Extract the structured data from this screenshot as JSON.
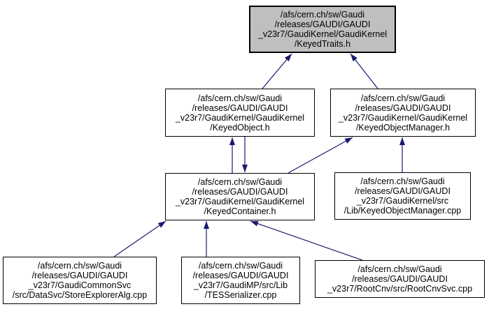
{
  "graph": {
    "type": "doxygen-included-by-dependency-graph",
    "colors": {
      "edge": "#191970",
      "node_border": "#000000",
      "node_fill": "#ffffff",
      "selected_node_fill": "#bfbfbf",
      "text": "#000000",
      "background": "#ffffff"
    },
    "nodes": [
      {
        "id": "keyed-traits-h",
        "selected": true,
        "lines": [
          "/afs/cern.ch/sw/Gaudi",
          "/releases/GAUDI/GAUDI",
          "_v23r7/GaudiKernel/GaudiKernel",
          "/KeyedTraits.h"
        ]
      },
      {
        "id": "keyed-object-h",
        "selected": false,
        "lines": [
          "/afs/cern.ch/sw/Gaudi",
          "/releases/GAUDI/GAUDI",
          "_v23r7/GaudiKernel/GaudiKernel",
          "/KeyedObject.h"
        ]
      },
      {
        "id": "keyed-object-manager-h",
        "selected": false,
        "lines": [
          "/afs/cern.ch/sw/Gaudi",
          "/releases/GAUDI/GAUDI",
          "_v23r7/GaudiKernel/GaudiKernel",
          "/KeyedObjectManager.h"
        ]
      },
      {
        "id": "keyed-container-h",
        "selected": false,
        "lines": [
          "/afs/cern.ch/sw/Gaudi",
          "/releases/GAUDI/GAUDI",
          "_v23r7/GaudiKernel/GaudiKernel",
          "/KeyedContainer.h"
        ]
      },
      {
        "id": "keyed-object-manager-cpp",
        "selected": false,
        "lines": [
          "/afs/cern.ch/sw/Gaudi",
          "/releases/GAUDI/GAUDI",
          "_v23r7/GaudiKernel/src",
          "/Lib/KeyedObjectManager.cpp"
        ]
      },
      {
        "id": "store-explorer-alg-cpp",
        "selected": false,
        "lines": [
          "/afs/cern.ch/sw/Gaudi",
          "/releases/GAUDI/GAUDI",
          "_v23r7/GaudiCommonSvc",
          "/src/DataSvc/StoreExplorerAlg.cpp"
        ]
      },
      {
        "id": "tes-serializer-cpp",
        "selected": false,
        "lines": [
          "/afs/cern.ch/sw/Gaudi",
          "/releases/GAUDI/GAUDI",
          "_v23r7/GaudiMP/src/Lib",
          "/TESSerializer.cpp"
        ]
      },
      {
        "id": "root-cnv-svc-cpp",
        "selected": false,
        "lines": [
          "/afs/cern.ch/sw/Gaudi",
          "/releases/GAUDI/GAUDI",
          "_v23r7/RootCnv/src/RootCnvSvc.cpp"
        ]
      }
    ],
    "edges": [
      {
        "from": "keyed-object-h",
        "to": "keyed-traits-h"
      },
      {
        "from": "keyed-object-manager-h",
        "to": "keyed-traits-h"
      },
      {
        "from": "keyed-container-h",
        "to": "keyed-object-h"
      },
      {
        "from": "keyed-object-h",
        "to": "keyed-container-h"
      },
      {
        "from": "keyed-container-h",
        "to": "keyed-object-manager-h"
      },
      {
        "from": "keyed-object-manager-cpp",
        "to": "keyed-object-manager-h"
      },
      {
        "from": "store-explorer-alg-cpp",
        "to": "keyed-container-h"
      },
      {
        "from": "tes-serializer-cpp",
        "to": "keyed-container-h"
      },
      {
        "from": "root-cnv-svc-cpp",
        "to": "keyed-container-h"
      }
    ]
  }
}
